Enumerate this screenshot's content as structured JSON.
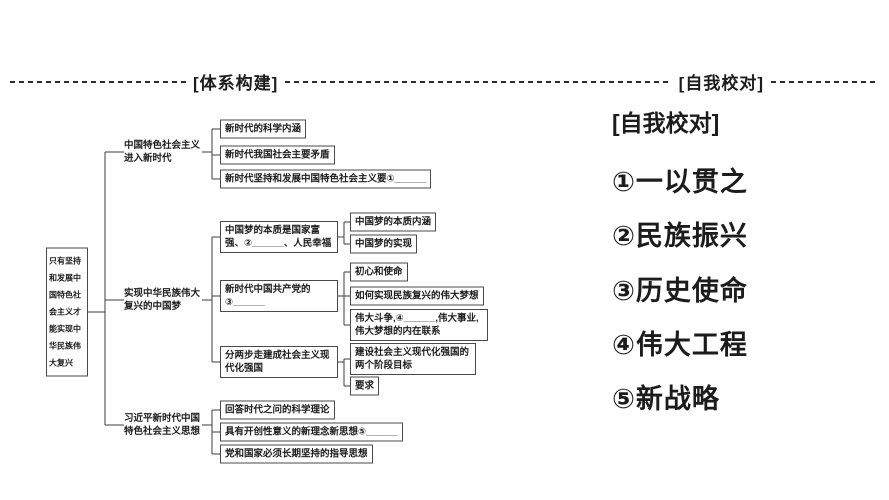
{
  "headers": {
    "left": "[体系构建]",
    "right": "[自我校对]"
  },
  "tree": {
    "root": "只有坚持和发展中国特色社会主义才能实现中华民族伟大复兴",
    "branches": [
      {
        "label": "中国特色社会主义进入新时代",
        "children": [
          {
            "label": "新时代的科学内涵"
          },
          {
            "label": "新时代我国社会主要矛盾"
          },
          {
            "label": "新时代坚持和发展中国特色社会主义要①______"
          }
        ]
      },
      {
        "label": "实现中华民族伟大复兴的中国梦",
        "children": [
          {
            "label": "中国梦的本质是国家富强、②______、人民幸福",
            "children": [
              {
                "label": "中国梦的本质内涵"
              },
              {
                "label": "中国梦的实现"
              }
            ]
          },
          {
            "label": "新时代中国共产党的③______",
            "children": [
              {
                "label": "初心和使命"
              },
              {
                "label": "如何实现民族复兴的伟大梦想"
              },
              {
                "label": "伟大斗争,④______,伟大事业,伟大梦想的内在联系"
              }
            ]
          },
          {
            "label": "分两步走建成社会主义现代化强国",
            "children": [
              {
                "label": "建设社会主义现代化强国的两个阶段目标"
              },
              {
                "label": "要求"
              }
            ]
          }
        ]
      },
      {
        "label": "习近平新时代中国特色社会主义思想",
        "children": [
          {
            "label": "回答时代之问的科学理论"
          },
          {
            "label": "具有开创性意义的新理念新思想⑤______"
          },
          {
            "label": "党和国家必须长期坚持的指导思想"
          }
        ]
      }
    ]
  },
  "proofread": {
    "title": "[自我校对]",
    "items": [
      "①一以贯之",
      "②民族振兴",
      "③历史使命",
      "④伟大工程",
      "⑤新战略"
    ]
  }
}
